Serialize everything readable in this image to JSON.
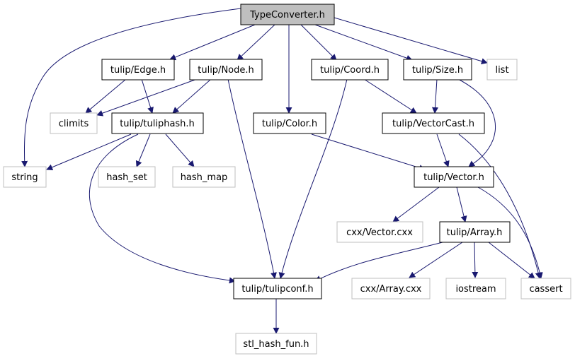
{
  "nodes": {
    "typeconverter": "TypeConverter.h",
    "edge": "tulip/Edge.h",
    "node": "tulip/Node.h",
    "coord": "tulip/Coord.h",
    "size": "tulip/Size.h",
    "list": "list",
    "climits": "climits",
    "tuliphash": "tulip/tuliphash.h",
    "color": "tulip/Color.h",
    "vectorcast": "tulip/VectorCast.h",
    "string": "string",
    "hash_set": "hash_set",
    "hash_map": "hash_map",
    "vector": "tulip/Vector.h",
    "vector_cxx": "cxx/Vector.cxx",
    "array": "tulip/Array.h",
    "tulipconf": "tulip/tulipconf.h",
    "array_cxx": "cxx/Array.cxx",
    "iostream": "iostream",
    "cassert": "cassert",
    "stl_hash_fun": "stl_hash_fun.h"
  },
  "colors": {
    "edge": "#191970",
    "main_fill": "#bfbfbf",
    "external_border": "#bfbfbf"
  }
}
